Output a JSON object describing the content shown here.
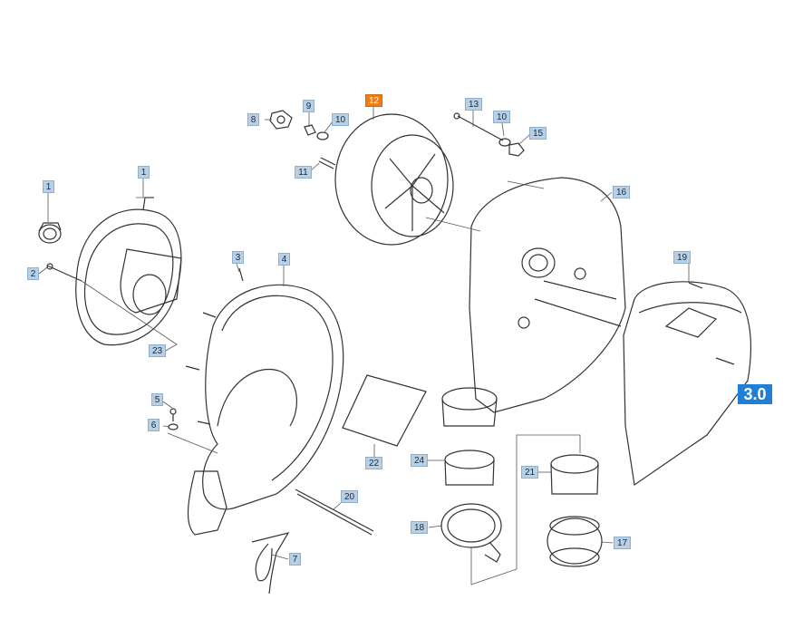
{
  "accent_color": "#ef7d14",
  "callout_color": "#b7d0e6",
  "badge_color": "#1f7fd6",
  "section_badge": "3.0",
  "active_part": "12",
  "parts": {
    "p1a": "1",
    "p1b": "1",
    "p2": "2",
    "p3": "3",
    "p4": "4",
    "p5": "5",
    "p6": "6",
    "p7": "7",
    "p8": "8",
    "p9": "9",
    "p10a": "10",
    "p10b": "10",
    "p11": "11",
    "p12": "12",
    "p13": "13",
    "p15": "15",
    "p16": "16",
    "p17": "17",
    "p18": "18",
    "p19": "19",
    "p20": "20",
    "p21": "21",
    "p22": "22",
    "p23": "23",
    "p24": "24"
  }
}
